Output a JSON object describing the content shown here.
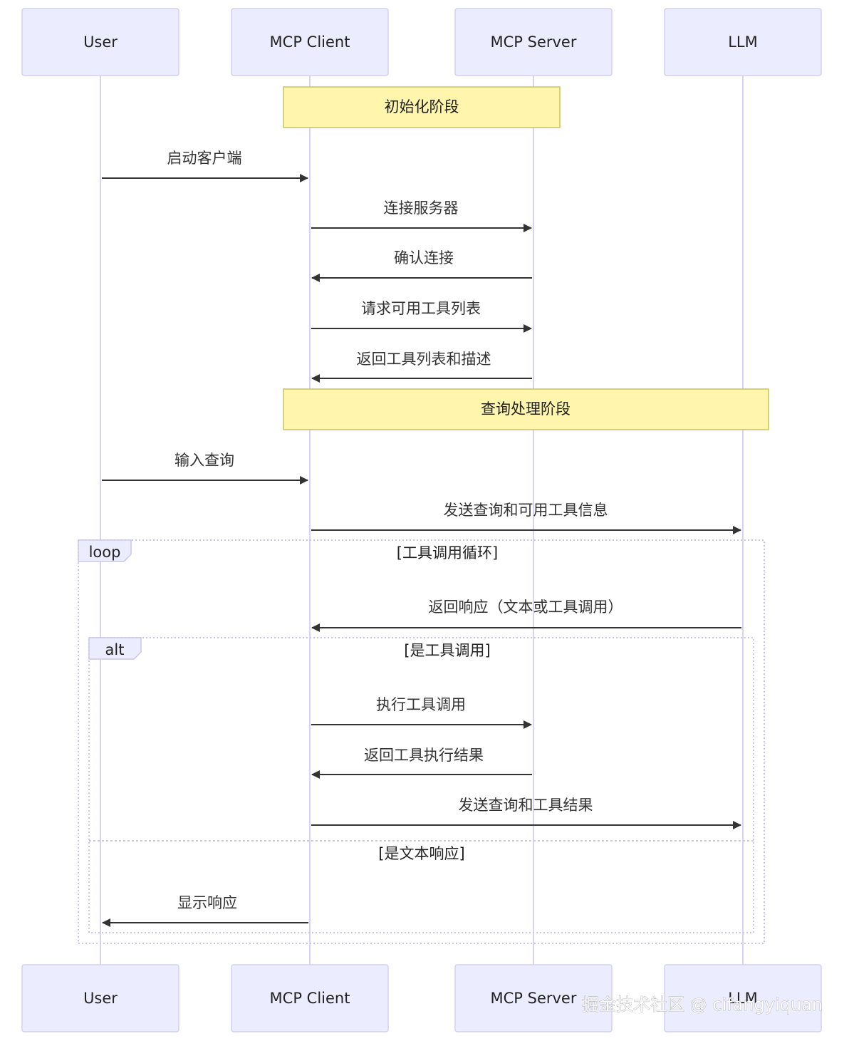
{
  "actors": [
    {
      "label": "User"
    },
    {
      "label": "MCP Client"
    },
    {
      "label": "MCP Server"
    },
    {
      "label": "LLM"
    }
  ],
  "notes": [
    {
      "label": "初始化阶段"
    },
    {
      "label": "查询处理阶段"
    }
  ],
  "messages": [
    {
      "label": "启动客户端",
      "from": "User",
      "to": "MCP Client"
    },
    {
      "label": "连接服务器",
      "from": "MCP Client",
      "to": "MCP Server"
    },
    {
      "label": "确认连接",
      "from": "MCP Server",
      "to": "MCP Client"
    },
    {
      "label": "请求可用工具列表",
      "from": "MCP Client",
      "to": "MCP Server"
    },
    {
      "label": "返回工具列表和描述",
      "from": "MCP Server",
      "to": "MCP Client"
    },
    {
      "label": "输入查询",
      "from": "User",
      "to": "MCP Client"
    },
    {
      "label": "发送查询和可用工具信息",
      "from": "MCP Client",
      "to": "LLM"
    },
    {
      "label": "返回响应（文本或工具调用）",
      "from": "LLM",
      "to": "MCP Client"
    },
    {
      "label": "执行工具调用",
      "from": "MCP Client",
      "to": "MCP Server"
    },
    {
      "label": "返回工具执行结果",
      "from": "MCP Server",
      "to": "MCP Client"
    },
    {
      "label": "发送查询和工具结果",
      "from": "MCP Client",
      "to": "LLM"
    },
    {
      "label": "显示响应",
      "from": "MCP Client",
      "to": "User"
    }
  ],
  "loop": {
    "label": "loop",
    "condition": "[工具调用循环]"
  },
  "alt": {
    "label": "alt",
    "condition": "[是工具调用]",
    "else_condition": "[是文本响应]"
  },
  "watermark": "掘金技术社区 @ cifangyiquan"
}
